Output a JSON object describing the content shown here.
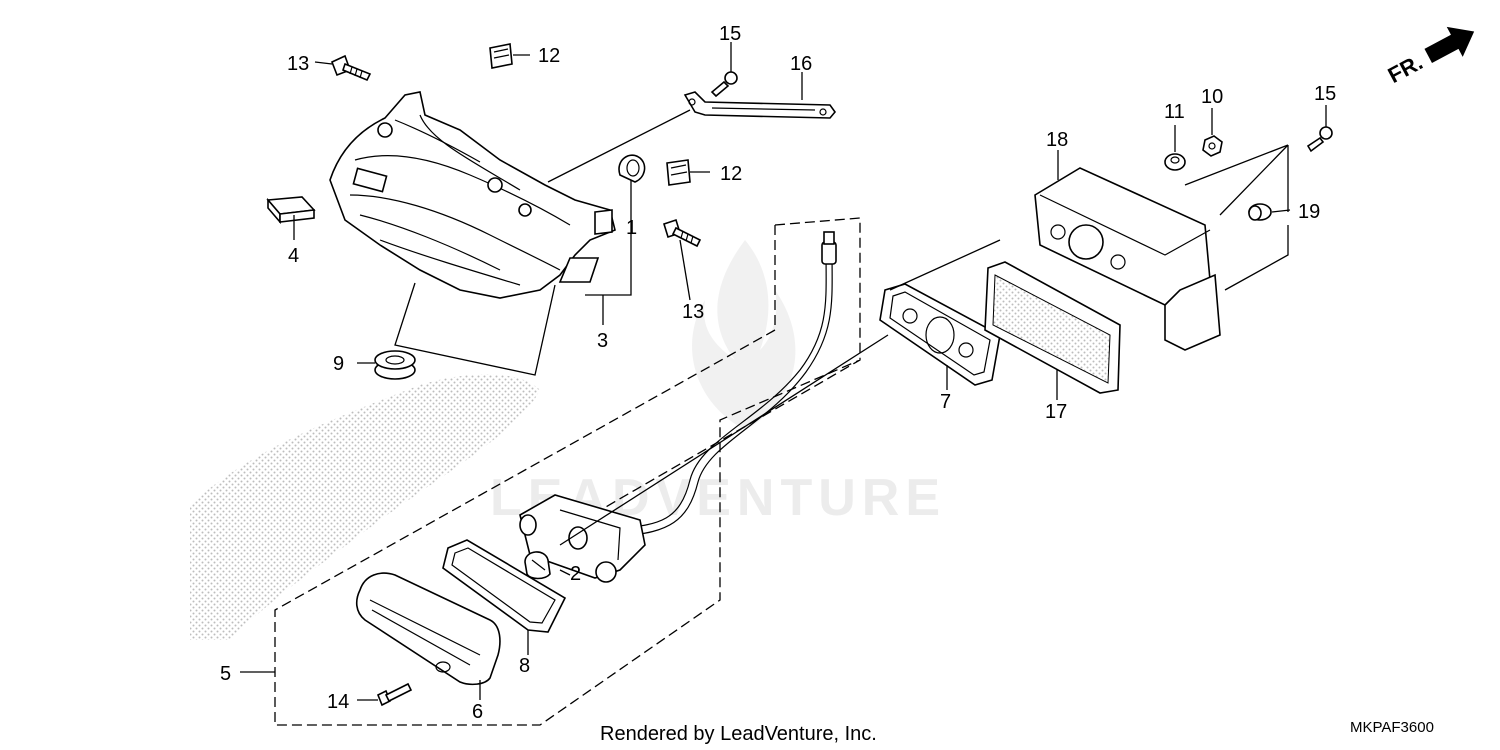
{
  "watermark": "LEADVENTURE",
  "footer": {
    "rendered_by": "Rendered by LeadVenture, Inc.",
    "diagram_code": "MKPAF3600"
  },
  "front_indicator": {
    "label": "FR.",
    "icon": "arrow-right-icon"
  },
  "callouts": {
    "c1": "1",
    "c2": "2",
    "c3": "3",
    "c4": "4",
    "c5": "5",
    "c6": "6",
    "c7": "7",
    "c8": "8",
    "c9": "9",
    "c10": "10",
    "c11": "11",
    "c12a": "12",
    "c12b": "12",
    "c13a": "13",
    "c13b": "13",
    "c14": "14",
    "c15a": "15",
    "c15b": "15",
    "c16": "16",
    "c17": "17",
    "c18": "18",
    "c19": "19"
  }
}
